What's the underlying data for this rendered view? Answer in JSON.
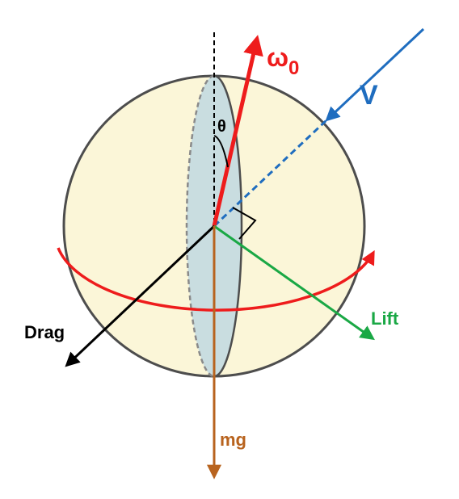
{
  "labels": {
    "omega": "ω",
    "omega_sub": "0",
    "velocity": "V",
    "theta": "θ",
    "lift": "Lift",
    "drag": "Drag",
    "weight": "mg"
  },
  "colors": {
    "sphere_fill": "#fbf6d8",
    "sphere_stroke": "#4d4d4d",
    "disc_fill": "#c9dde0",
    "omega": "#ee1c1c",
    "velocity": "#1f6dbf",
    "lift": "#1aa845",
    "drag": "#000000",
    "weight": "#b8631e",
    "axis": "#000000"
  }
}
